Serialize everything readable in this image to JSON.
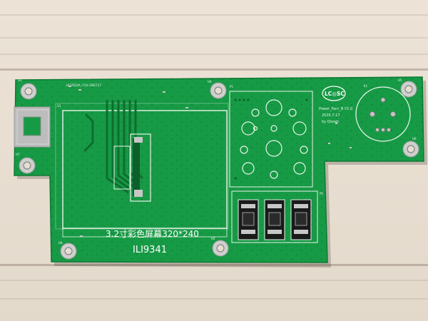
{
  "image": {
    "subject": "Green printed circuit board on wooden table",
    "colors": {
      "pcb": "#179a45",
      "pcb_dark": "#0f7c36",
      "silkscreen": "#ffffff",
      "copper_pad": "#c7c7c7",
      "wood": "#e8dfd2"
    }
  },
  "silkscreen": {
    "screen_label": "3.2寸彩色屏幕320*240",
    "driver_chip": "ILI9341",
    "top_code": "3435EDA_Y10-286717",
    "logo": "LC◎SC",
    "board_name": "Power_Fanr_B V1.0",
    "date": "2020.7.17",
    "author": "by Qiaoqi",
    "holes": {
      "h1": "H3",
      "h2": "H4",
      "h3": "H5",
      "h4": "H6",
      "h5": "H7",
      "h6": "H2",
      "h7": "H8"
    },
    "refdes": {
      "u": "U1",
      "p": "P1",
      "p5": "P5",
      "k": "K1"
    }
  }
}
